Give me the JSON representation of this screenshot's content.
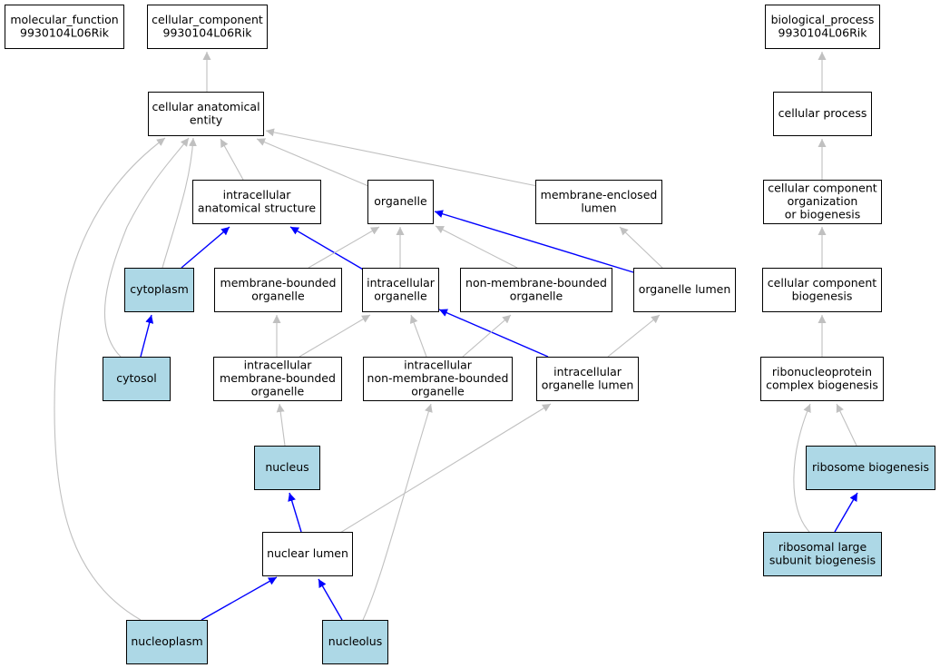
{
  "colors": {
    "highlight_fill": "#add8e6",
    "plain_fill": "#ffffff",
    "edge_gray": "#c0c0c0",
    "edge_blue": "#0000ff"
  },
  "nodes": [
    {
      "id": "mf",
      "lines": [
        "molecular_function",
        "9930104L06Rik"
      ],
      "highlight": false
    },
    {
      "id": "cc",
      "lines": [
        "cellular_component",
        "9930104L06Rik"
      ],
      "highlight": false
    },
    {
      "id": "bp",
      "lines": [
        "biological_process",
        "9930104L06Rik"
      ],
      "highlight": false
    },
    {
      "id": "cae",
      "lines": [
        "cellular anatomical",
        "entity"
      ],
      "highlight": false
    },
    {
      "id": "cproc",
      "lines": [
        "cellular process"
      ],
      "highlight": false
    },
    {
      "id": "ias",
      "lines": [
        "intracellular",
        "anatomical structure"
      ],
      "highlight": false
    },
    {
      "id": "org",
      "lines": [
        "organelle"
      ],
      "highlight": false
    },
    {
      "id": "mel",
      "lines": [
        "membrane-enclosed",
        "lumen"
      ],
      "highlight": false
    },
    {
      "id": "ccob",
      "lines": [
        "cellular component",
        "organization",
        "or biogenesis"
      ],
      "highlight": false
    },
    {
      "id": "cyto",
      "lines": [
        "cytoplasm"
      ],
      "highlight": true
    },
    {
      "id": "mbo",
      "lines": [
        "membrane-bounded",
        "organelle"
      ],
      "highlight": false
    },
    {
      "id": "io",
      "lines": [
        "intracellular",
        "organelle"
      ],
      "highlight": false
    },
    {
      "id": "nmbo",
      "lines": [
        "non-membrane-bounded",
        "organelle"
      ],
      "highlight": false
    },
    {
      "id": "ol",
      "lines": [
        "organelle lumen"
      ],
      "highlight": false
    },
    {
      "id": "ccb",
      "lines": [
        "cellular component",
        "biogenesis"
      ],
      "highlight": false
    },
    {
      "id": "cytosol",
      "lines": [
        "cytosol"
      ],
      "highlight": true
    },
    {
      "id": "imbo",
      "lines": [
        "intracellular",
        "membrane-bounded",
        "organelle"
      ],
      "highlight": false
    },
    {
      "id": "inmbo",
      "lines": [
        "intracellular",
        "non-membrane-bounded",
        "organelle"
      ],
      "highlight": false
    },
    {
      "id": "iol",
      "lines": [
        "intracellular",
        "organelle lumen"
      ],
      "highlight": false
    },
    {
      "id": "rcb",
      "lines": [
        "ribonucleoprotein",
        "complex biogenesis"
      ],
      "highlight": false
    },
    {
      "id": "nucleus",
      "lines": [
        "nucleus"
      ],
      "highlight": true
    },
    {
      "id": "rb",
      "lines": [
        "ribosome biogenesis"
      ],
      "highlight": true
    },
    {
      "id": "nl",
      "lines": [
        "nuclear lumen"
      ],
      "highlight": false
    },
    {
      "id": "rlsb",
      "lines": [
        "ribosomal large",
        "subunit biogenesis"
      ],
      "highlight": true
    },
    {
      "id": "nucleoplasm",
      "lines": [
        "nucleoplasm"
      ],
      "highlight": true
    },
    {
      "id": "nucleolus",
      "lines": [
        "nucleolus"
      ],
      "highlight": true
    }
  ],
  "edges": [
    {
      "from": "cae",
      "to": "cc",
      "color": "gray"
    },
    {
      "from": "cproc",
      "to": "bp",
      "color": "gray"
    },
    {
      "from": "ias",
      "to": "cae",
      "color": "gray"
    },
    {
      "from": "org",
      "to": "cae",
      "color": "gray"
    },
    {
      "from": "mel",
      "to": "cae",
      "color": "gray"
    },
    {
      "from": "cyto",
      "to": "cae",
      "color": "gray"
    },
    {
      "from": "cytosol",
      "to": "cae",
      "color": "gray"
    },
    {
      "from": "nucleoplasm",
      "to": "cae",
      "color": "gray"
    },
    {
      "from": "ccob",
      "to": "cproc",
      "color": "gray"
    },
    {
      "from": "ccb",
      "to": "ccob",
      "color": "gray"
    },
    {
      "from": "rcb",
      "to": "ccb",
      "color": "gray"
    },
    {
      "from": "rb",
      "to": "rcb",
      "color": "gray"
    },
    {
      "from": "rlsb",
      "to": "rcb",
      "color": "gray"
    },
    {
      "from": "rlsb",
      "to": "rb",
      "color": "blue"
    },
    {
      "from": "cyto",
      "to": "ias",
      "color": "blue"
    },
    {
      "from": "io",
      "to": "ias",
      "color": "blue"
    },
    {
      "from": "mbo",
      "to": "org",
      "color": "gray"
    },
    {
      "from": "io",
      "to": "org",
      "color": "gray"
    },
    {
      "from": "nmbo",
      "to": "org",
      "color": "gray"
    },
    {
      "from": "ol",
      "to": "org",
      "color": "blue"
    },
    {
      "from": "ol",
      "to": "mel",
      "color": "gray"
    },
    {
      "from": "cytosol",
      "to": "cyto",
      "color": "blue"
    },
    {
      "from": "imbo",
      "to": "mbo",
      "color": "gray"
    },
    {
      "from": "imbo",
      "to": "io",
      "color": "gray"
    },
    {
      "from": "inmbo",
      "to": "io",
      "color": "gray"
    },
    {
      "from": "iol",
      "to": "io",
      "color": "blue"
    },
    {
      "from": "inmbo",
      "to": "nmbo",
      "color": "gray"
    },
    {
      "from": "iol",
      "to": "ol",
      "color": "gray"
    },
    {
      "from": "nucleus",
      "to": "imbo",
      "color": "gray"
    },
    {
      "from": "nucleolus",
      "to": "inmbo",
      "color": "gray"
    },
    {
      "from": "nl",
      "to": "iol",
      "color": "gray"
    },
    {
      "from": "nl",
      "to": "nucleus",
      "color": "blue"
    },
    {
      "from": "nucleoplasm",
      "to": "nl",
      "color": "blue"
    },
    {
      "from": "nucleolus",
      "to": "nl",
      "color": "blue"
    }
  ]
}
